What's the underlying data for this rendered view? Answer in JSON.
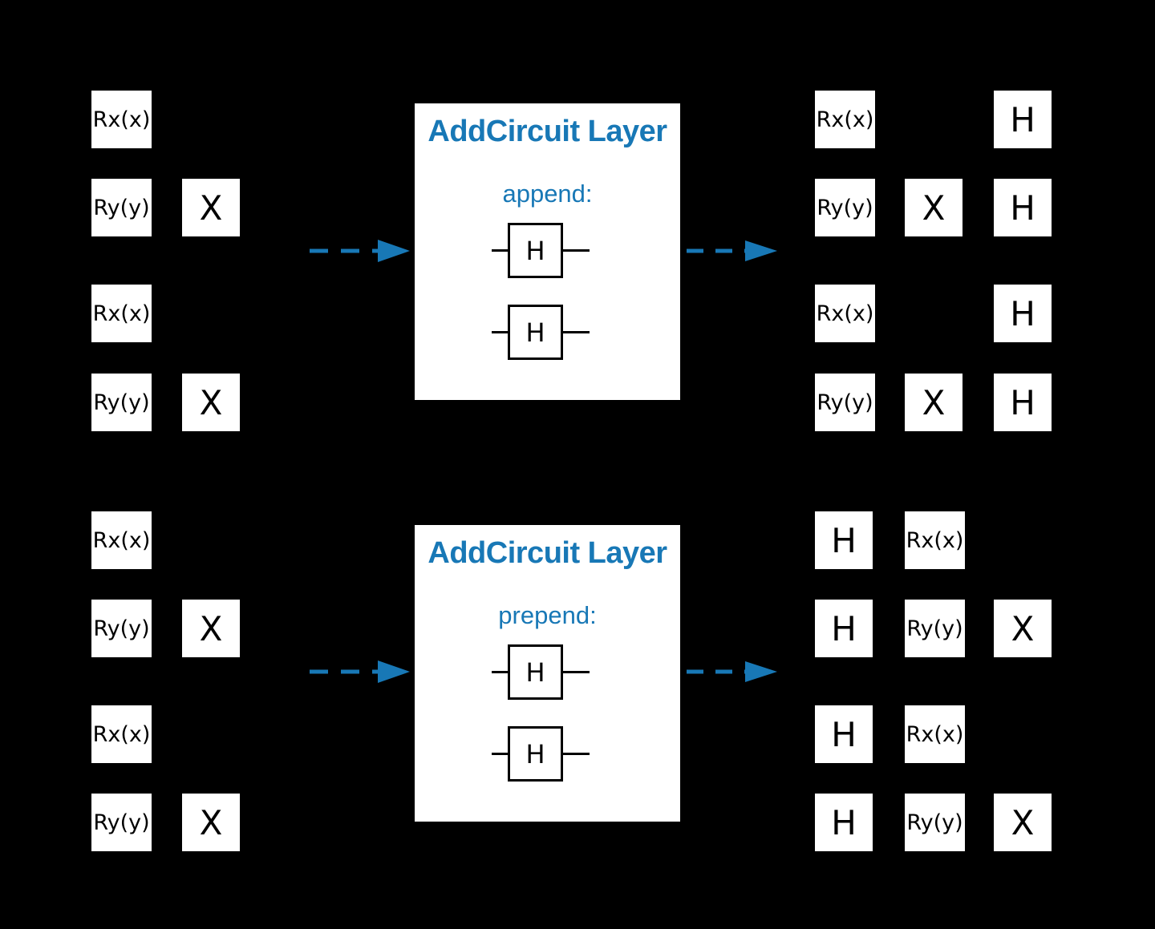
{
  "colors": {
    "background": "#000000",
    "accent": "#1878B6",
    "gate_fill": "#FFFFFF",
    "gate_text": "#000000",
    "wire": "#000000"
  },
  "panels": [
    {
      "id": "append",
      "title": "AddCircuit Layer",
      "mode_label": "append:",
      "gates": [
        "H",
        "H"
      ]
    },
    {
      "id": "prepend",
      "title": "AddCircuit Layer",
      "mode_label": "prepend:",
      "gates": [
        "H",
        "H"
      ]
    }
  ],
  "circuits": [
    {
      "id": "top-input",
      "gates": [
        {
          "r": 0,
          "c": 0,
          "t": "Rx(x)"
        },
        {
          "r": 1,
          "c": 0,
          "t": "Ry(y)"
        },
        {
          "r": 1,
          "c": 1,
          "t": "X"
        },
        {
          "r": 2,
          "c": 0,
          "t": "Rx(x)"
        },
        {
          "r": 3,
          "c": 0,
          "t": "Ry(y)"
        },
        {
          "r": 3,
          "c": 1,
          "t": "X"
        }
      ]
    },
    {
      "id": "top-output",
      "gates": [
        {
          "r": 0,
          "c": 0,
          "t": "Rx(x)"
        },
        {
          "r": 0,
          "c": 2,
          "t": "H"
        },
        {
          "r": 1,
          "c": 0,
          "t": "Ry(y)"
        },
        {
          "r": 1,
          "c": 1,
          "t": "X"
        },
        {
          "r": 1,
          "c": 2,
          "t": "H"
        },
        {
          "r": 2,
          "c": 0,
          "t": "Rx(x)"
        },
        {
          "r": 2,
          "c": 2,
          "t": "H"
        },
        {
          "r": 3,
          "c": 0,
          "t": "Ry(y)"
        },
        {
          "r": 3,
          "c": 1,
          "t": "X"
        },
        {
          "r": 3,
          "c": 2,
          "t": "H"
        }
      ]
    },
    {
      "id": "bottom-input",
      "gates": [
        {
          "r": 0,
          "c": 0,
          "t": "Rx(x)"
        },
        {
          "r": 1,
          "c": 0,
          "t": "Ry(y)"
        },
        {
          "r": 1,
          "c": 1,
          "t": "X"
        },
        {
          "r": 2,
          "c": 0,
          "t": "Rx(x)"
        },
        {
          "r": 3,
          "c": 0,
          "t": "Ry(y)"
        },
        {
          "r": 3,
          "c": 1,
          "t": "X"
        }
      ]
    },
    {
      "id": "bottom-output",
      "gates": [
        {
          "r": 0,
          "c": 0,
          "t": "H"
        },
        {
          "r": 0,
          "c": 1,
          "t": "Rx(x)"
        },
        {
          "r": 1,
          "c": 0,
          "t": "H"
        },
        {
          "r": 1,
          "c": 1,
          "t": "Ry(y)"
        },
        {
          "r": 1,
          "c": 2,
          "t": "X"
        },
        {
          "r": 2,
          "c": 0,
          "t": "H"
        },
        {
          "r": 2,
          "c": 1,
          "t": "Rx(x)"
        },
        {
          "r": 3,
          "c": 0,
          "t": "H"
        },
        {
          "r": 3,
          "c": 1,
          "t": "Ry(y)"
        },
        {
          "r": 3,
          "c": 2,
          "t": "X"
        }
      ]
    }
  ],
  "arrows": [
    {
      "id": "top-input-to-layer",
      "style": "dashed",
      "direction": "right"
    },
    {
      "id": "top-layer-to-output",
      "style": "dashed",
      "direction": "right"
    },
    {
      "id": "bottom-input-to-layer",
      "style": "dashed",
      "direction": "right"
    },
    {
      "id": "bottom-layer-to-output",
      "style": "dashed",
      "direction": "right"
    }
  ]
}
